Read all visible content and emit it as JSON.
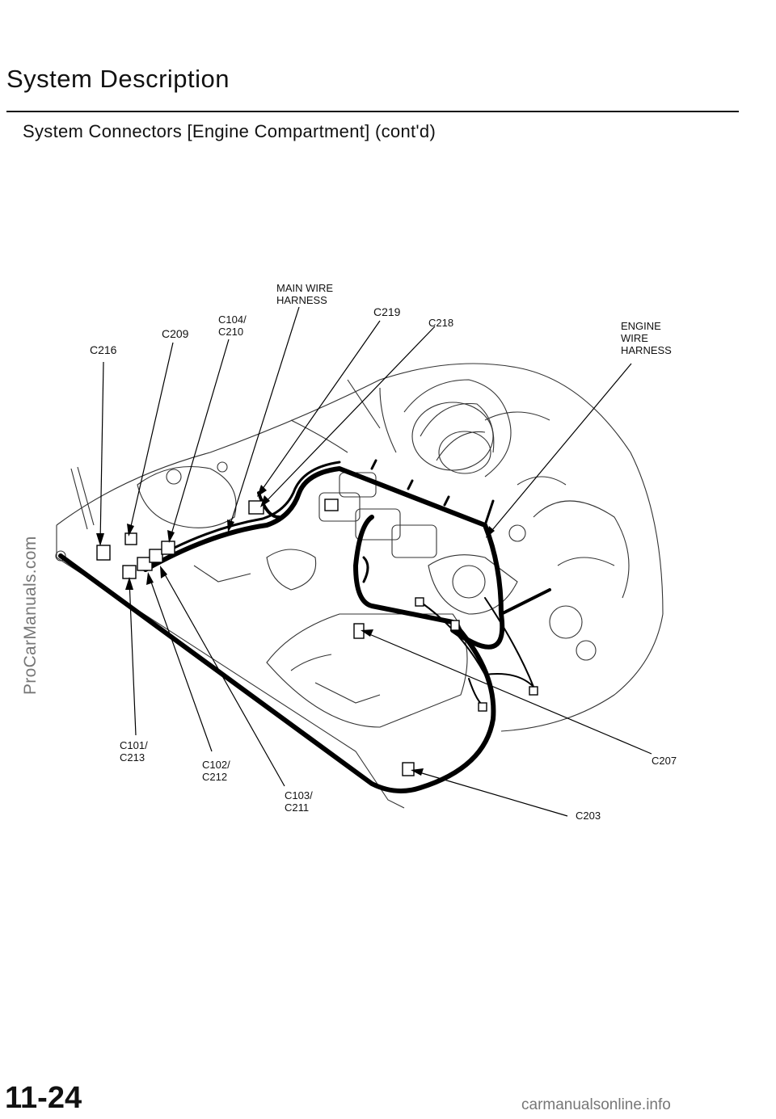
{
  "header": {
    "title": "System Description",
    "subtitle": "System Connectors [Engine Compartment] (cont'd)"
  },
  "diagram": {
    "labels": {
      "main_wire_harness": "MAIN WIRE\nHARNESS",
      "c219": "C219",
      "c218": "C218",
      "c104_c210": "C104/\nC210",
      "c209": "C209",
      "c216": "C216",
      "engine_wire_harness": "ENGINE\nWIRE\nHARNESS",
      "c101_c213": "C101/\nC213",
      "c102_c212": "C102/\nC212",
      "c103_c211": "C103/\nC211",
      "c207": "C207",
      "c203": "C203"
    }
  },
  "footer": {
    "page_number": "11-24",
    "watermark_left": "ProCarManuals.com",
    "watermark_bottom": "carmanualsonline.info"
  }
}
